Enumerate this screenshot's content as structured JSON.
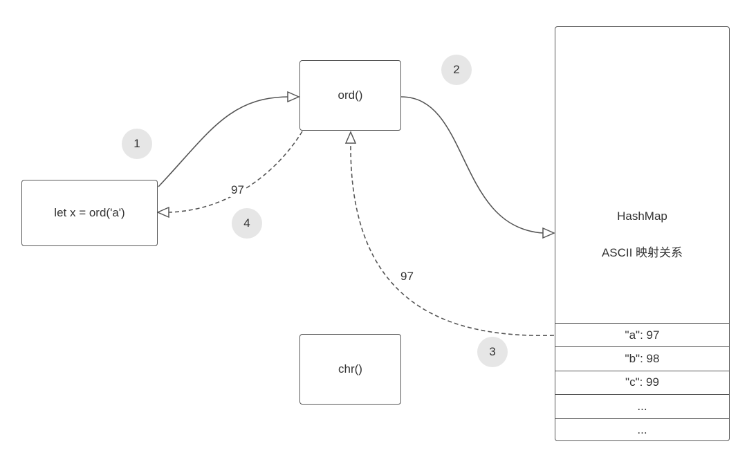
{
  "nodes": {
    "caller": {
      "label": "let x = ord('a')"
    },
    "ord": {
      "label": "ord()"
    },
    "chr": {
      "label": "chr()"
    }
  },
  "hashmap": {
    "title": "HashMap",
    "subtitle": "ASCII 映射关系",
    "rows": [
      "\"a\": 97",
      "\"b\": 98",
      "\"c\": 99",
      "...",
      "..."
    ]
  },
  "steps": {
    "s1": "1",
    "s2": "2",
    "s3": "3",
    "s4": "4"
  },
  "edge_labels": {
    "return_to_caller": "97",
    "return_from_map": "97"
  },
  "colors": {
    "stroke": "#555555",
    "step_fill": "#e6e6e6",
    "text": "#333333"
  }
}
